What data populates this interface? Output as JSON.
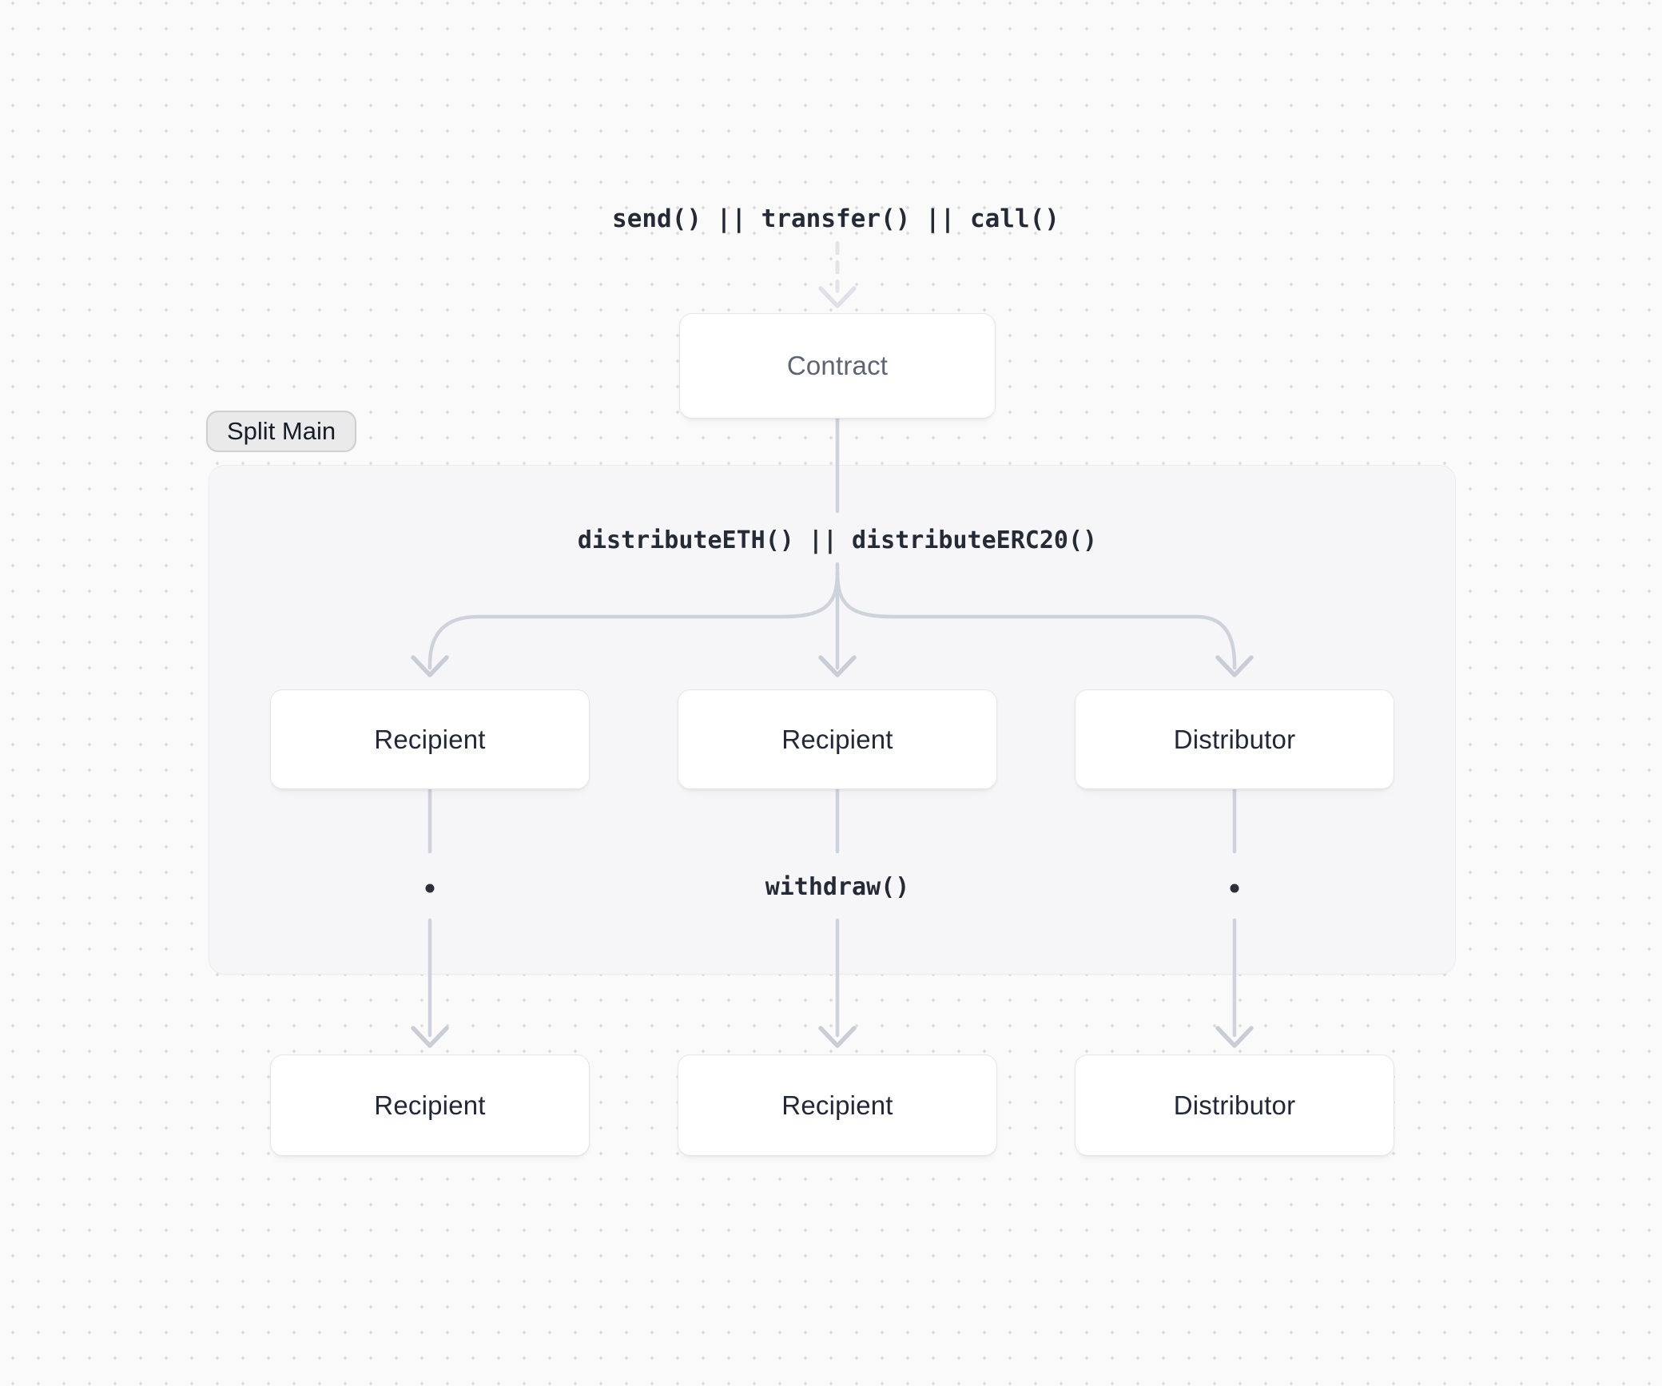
{
  "labels": {
    "top_call": "send() || transfer() || call()",
    "distribute_call": "distributeETH() || distributeERC20()",
    "withdraw_call": "withdraw()",
    "group": "Split Main"
  },
  "nodes": {
    "contract": {
      "label": "Contract"
    },
    "row1": [
      {
        "label": "Recipient"
      },
      {
        "label": "Recipient"
      },
      {
        "label": "Distributor"
      }
    ],
    "row2": [
      {
        "label": "Recipient"
      },
      {
        "label": "Recipient"
      },
      {
        "label": "Distributor"
      }
    ]
  },
  "icons": {
    "dashed_arrow": "arrow-down-dashed",
    "solid_arrow": "arrow-down",
    "continuation_dot": "ellipsis-dot"
  },
  "colors": {
    "page_background": "#fafafa",
    "dot_grid": "#dfdfe2",
    "group_fill": "#f6f6f8",
    "group_border": "#ececef",
    "badge_fill": "#eaeaeb",
    "badge_border": "#cfcfd3",
    "node_fill": "#ffffff",
    "node_border": "#e3e5e9",
    "node_text": "#222836",
    "contract_text": "#5d6471",
    "code_text": "#242a36",
    "edge": "#ced2da",
    "edge_dashed": "#e4e5e9",
    "arrowhead": "#c9cdd6",
    "bullet": "#2b2f38"
  }
}
